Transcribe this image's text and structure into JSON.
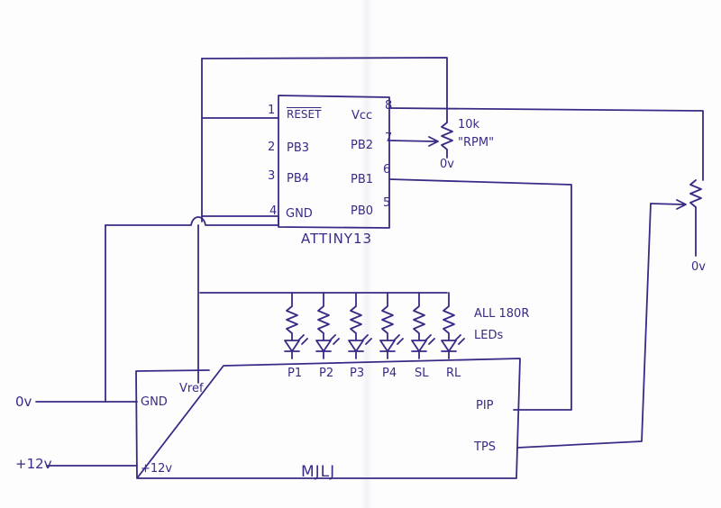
{
  "ic": {
    "name": "ATTINY13",
    "pins": [
      {
        "num": "1",
        "name": "RESET"
      },
      {
        "num": "2",
        "name": "PB3"
      },
      {
        "num": "3",
        "name": "PB4"
      },
      {
        "num": "4",
        "name": "GND"
      },
      {
        "num": "8",
        "name": "Vcc"
      },
      {
        "num": "7",
        "name": "PB2"
      },
      {
        "num": "6",
        "name": "PB1"
      },
      {
        "num": "5",
        "name": "PB0"
      }
    ]
  },
  "pot": {
    "value": "10k",
    "label": "\"RPM\"",
    "ground": "0v"
  },
  "pot2": {
    "ground": "0v"
  },
  "leds": {
    "note_line1": "ALL 180R",
    "note_line2": "LEDs"
  },
  "module": {
    "name": "MJLJ",
    "left_pins": [
      "GND",
      "+12v"
    ],
    "vref": "Vref",
    "top_pins": [
      "P1",
      "P2",
      "P3",
      "P4",
      "SL",
      "RL"
    ],
    "right_pins": [
      "PIP",
      "TPS"
    ]
  },
  "inputs": [
    "0v",
    "+12v"
  ]
}
